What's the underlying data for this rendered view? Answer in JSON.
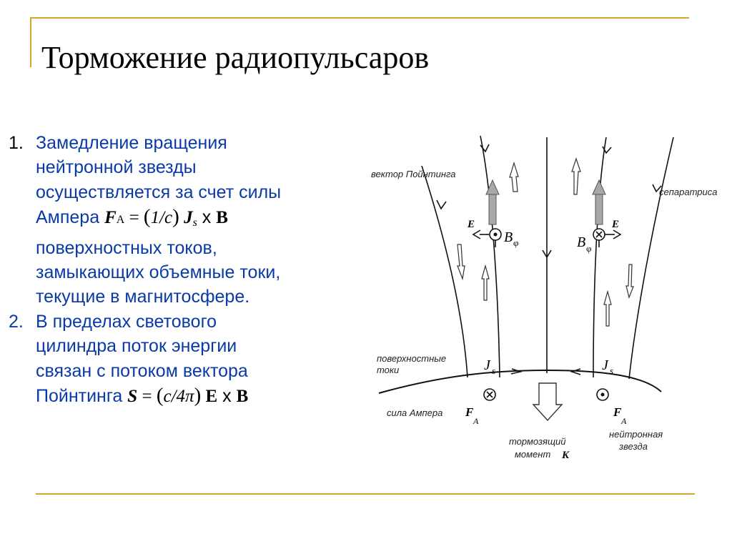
{
  "title": "Торможение радиопульсаров",
  "items": [
    {
      "number": "1.",
      "lines": [
        "Замедление вращения",
        "нейтронной звезды",
        "осуществляется за счет силы"
      ],
      "formula_prefix": "Ампера ",
      "formula1": {
        "F": "F",
        "F_sub": "A",
        "eq": " = ",
        "lparen": "(",
        "coef": "1/c",
        "rparen": ")",
        "J": "J",
        "J_sub": "s",
        "times": " x ",
        "B": "B"
      },
      "tail": [
        "поверхностных токов,",
        "замыкающих объемные токи,",
        "текущие в магнитосфере."
      ]
    },
    {
      "number": "2.",
      "lines": [
        "В пределах светового",
        "цилиндра поток энергии",
        "связан с потоком вектора"
      ],
      "formula_prefix": "Пойнтинга  ",
      "formula2": {
        "S": "S",
        "eq": " = ",
        "lparen": "(",
        "c": "c",
        "slash4": "/4",
        "pi": "π",
        "rparen": ")",
        "E": "E",
        "times": " x ",
        "B": "B"
      }
    }
  ],
  "diagram": {
    "labels": {
      "poynting": "вектор Пойнтинга",
      "separatrix": "сепаратриса",
      "surface_currents_1": "поверхностные",
      "surface_currents_2": "токи",
      "ampere": "сила Ампера",
      "torque_1": "тормозящий",
      "torque_2": "момент",
      "torque_K": "K",
      "star_1": "нейтронная",
      "star_2": "звезда"
    },
    "symbols": {
      "E": "E",
      "B": "B",
      "phi": "φ",
      "J": "J",
      "s": "s",
      "F": "F",
      "A": "A"
    }
  }
}
